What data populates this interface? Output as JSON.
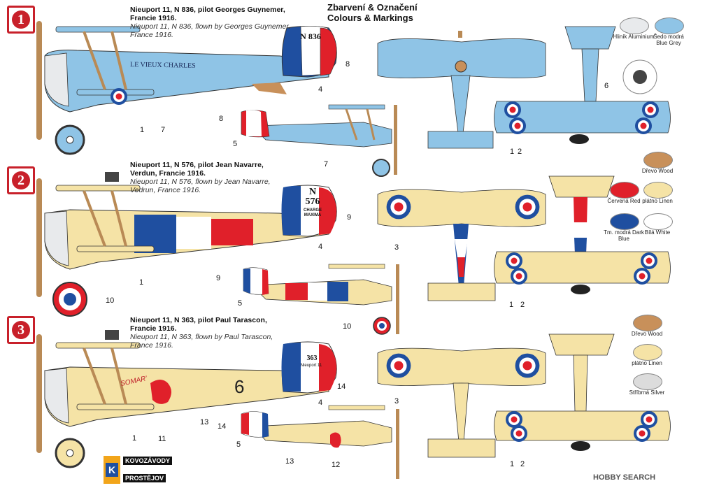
{
  "heading": {
    "line1": "Zbarvení & Označení",
    "line2": "Colours & Markings"
  },
  "badges": [
    "1",
    "2",
    "3"
  ],
  "captions": [
    {
      "title": "Nieuport 11, N 836, pilot Georges Guynemer, Francie 1916.",
      "sub": "Nieuport 11, N 836, flown by Georges Guynemer, France 1916."
    },
    {
      "title": "Nieuport 11, N 576, pilot Jean Navarre, Verdun, Francie 1916.",
      "sub": "Nieuport 11, N 576, flown by Jean Navarre, Vedrun, France 1916."
    },
    {
      "title": "Nieuport 11, N 363, pilot Paul Tarascon, Francie 1916.",
      "sub": "Nieuport 11, N 363, flown by Paul Tarascon, France 1916."
    }
  ],
  "aircraft_texts": {
    "a1_rudder": "N 836",
    "a1_name": "LE VIEUX CHARLES",
    "a2_rudder": "N 576",
    "a2_rudder_sub": "CHARGE MAXIMA",
    "a3_rudder": "363",
    "a3_rudder_sub": "Nieuport 11",
    "a3_fuselage": "6",
    "a3_nose": "SOMAR'"
  },
  "callouts": [
    "1",
    "7",
    "4",
    "8",
    "8",
    "5",
    "7",
    "1",
    "2",
    "6",
    "9",
    "4",
    "1",
    "10",
    "9",
    "5",
    "10",
    "3",
    "1",
    "2",
    "14",
    "4",
    "1",
    "11",
    "13",
    "14",
    "5",
    "13",
    "12",
    "3",
    "1",
    "2"
  ],
  "swatches": [
    {
      "label": "Hliník Aluminium",
      "color": "#e8eaec"
    },
    {
      "label": "Šedo modrá Blue Grey",
      "color": "#8fc4e6"
    },
    {
      "label": "Dřevo Wood",
      "color": "#c8905a"
    },
    {
      "label": "Červená Red",
      "color": "#e0202a"
    },
    {
      "label": "plátno Linen",
      "color": "#f5e3a6"
    },
    {
      "label": "Tm. modrá Dark Blue",
      "color": "#1f4fa0"
    },
    {
      "label": "Bílá White",
      "color": "#ffffff"
    },
    {
      "label": "Dřevo Wood",
      "color": "#c8905a"
    },
    {
      "label": "plátno Linen",
      "color": "#f5e3a6"
    },
    {
      "label": "Stříbrná Silver",
      "color": "#dcdcdc"
    }
  ],
  "logo": {
    "line1": "KOVOZÁVODY",
    "line2": "PROSTĚJOV",
    "mark": "K"
  },
  "watermark": "HOBBY SEARCH"
}
